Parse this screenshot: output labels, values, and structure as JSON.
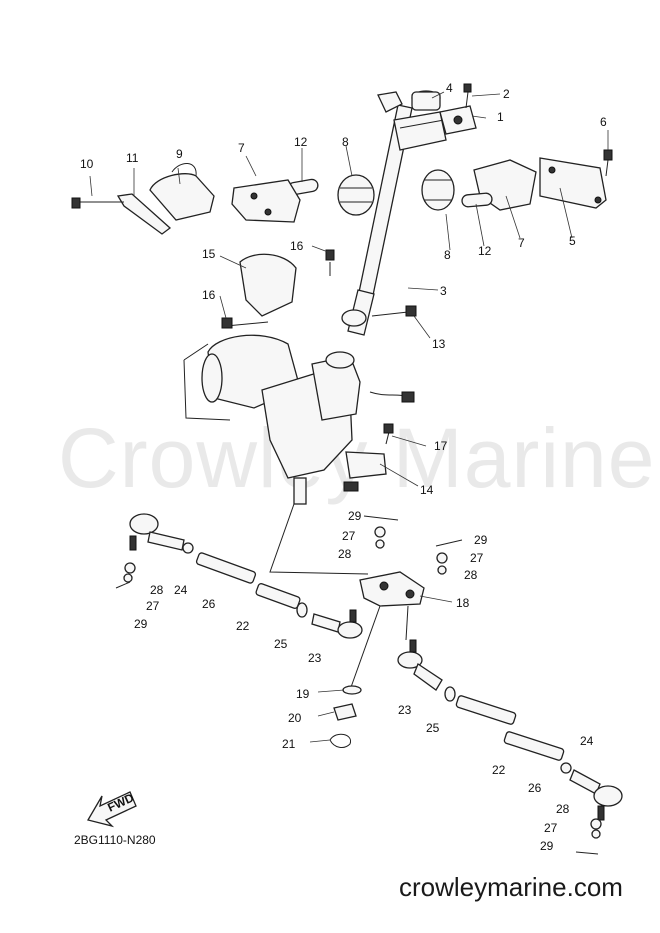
{
  "watermark": "Crowley Marine",
  "diagram_code": "2BG1110-N280",
  "site_url": "crowleymarine.com",
  "fwd_label": "FWD",
  "callouts": [
    {
      "id": "c1",
      "text": "1"
    },
    {
      "id": "c2",
      "text": "2"
    },
    {
      "id": "c3",
      "text": "3"
    },
    {
      "id": "c4",
      "text": "4"
    },
    {
      "id": "c5",
      "text": "5"
    },
    {
      "id": "c6",
      "text": "6"
    },
    {
      "id": "c7a",
      "text": "7"
    },
    {
      "id": "c7b",
      "text": "7"
    },
    {
      "id": "c8a",
      "text": "8"
    },
    {
      "id": "c8b",
      "text": "8"
    },
    {
      "id": "c9",
      "text": "9"
    },
    {
      "id": "c10",
      "text": "10"
    },
    {
      "id": "c11",
      "text": "11"
    },
    {
      "id": "c12a",
      "text": "12"
    },
    {
      "id": "c12b",
      "text": "12"
    },
    {
      "id": "c13",
      "text": "13"
    },
    {
      "id": "c14",
      "text": "14"
    },
    {
      "id": "c15",
      "text": "15"
    },
    {
      "id": "c16a",
      "text": "16"
    },
    {
      "id": "c16b",
      "text": "16"
    },
    {
      "id": "c17",
      "text": "17"
    },
    {
      "id": "c18",
      "text": "18"
    },
    {
      "id": "c19",
      "text": "19"
    },
    {
      "id": "c20",
      "text": "20"
    },
    {
      "id": "c21",
      "text": "21"
    },
    {
      "id": "c22a",
      "text": "22"
    },
    {
      "id": "c22b",
      "text": "22"
    },
    {
      "id": "c23a",
      "text": "23"
    },
    {
      "id": "c23b",
      "text": "23"
    },
    {
      "id": "c24a",
      "text": "24"
    },
    {
      "id": "c24b",
      "text": "24"
    },
    {
      "id": "c25a",
      "text": "25"
    },
    {
      "id": "c25b",
      "text": "25"
    },
    {
      "id": "c26a",
      "text": "26"
    },
    {
      "id": "c26b",
      "text": "26"
    },
    {
      "id": "c27a",
      "text": "27"
    },
    {
      "id": "c27b",
      "text": "27"
    },
    {
      "id": "c27c",
      "text": "27"
    },
    {
      "id": "c27d",
      "text": "27"
    },
    {
      "id": "c28a",
      "text": "28"
    },
    {
      "id": "c28b",
      "text": "28"
    },
    {
      "id": "c28c",
      "text": "28"
    },
    {
      "id": "c28d",
      "text": "28"
    },
    {
      "id": "c29a",
      "text": "29"
    },
    {
      "id": "c29b",
      "text": "29"
    },
    {
      "id": "c29c",
      "text": "29"
    },
    {
      "id": "c29d",
      "text": "29"
    }
  ]
}
